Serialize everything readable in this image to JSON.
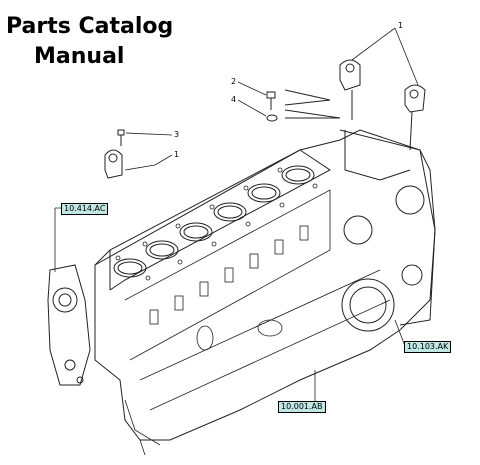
{
  "title": {
    "line1": "Parts Catalog",
    "line2": "Manual"
  },
  "refs": [
    "10.414.AC",
    "10.103.AK",
    "10.001.AB"
  ],
  "callouts": [
    "1",
    "2",
    "4",
    "3",
    "1"
  ]
}
